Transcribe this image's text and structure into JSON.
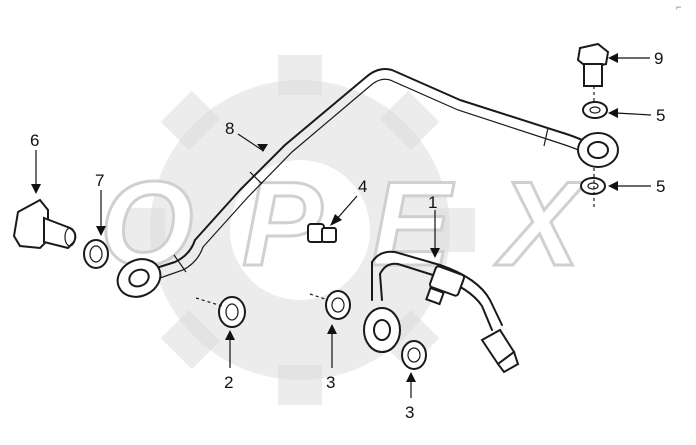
{
  "watermark": {
    "text": "OPEX"
  },
  "corner_mark": "⌐ ",
  "callouts": [
    {
      "id": "label-1",
      "text": "1"
    },
    {
      "id": "label-2",
      "text": "2"
    },
    {
      "id": "label-3a",
      "text": "3"
    },
    {
      "id": "label-3b",
      "text": "3"
    },
    {
      "id": "label-4",
      "text": "4"
    },
    {
      "id": "label-5a",
      "text": "5"
    },
    {
      "id": "label-5b",
      "text": "5"
    },
    {
      "id": "label-6",
      "text": "6"
    },
    {
      "id": "label-7",
      "text": "7"
    },
    {
      "id": "label-8",
      "text": "8"
    },
    {
      "id": "label-9",
      "text": "9"
    }
  ],
  "colors": {
    "line": "#1a1a1a",
    "watermark": "#dcdcdc",
    "background": "#ffffff"
  }
}
